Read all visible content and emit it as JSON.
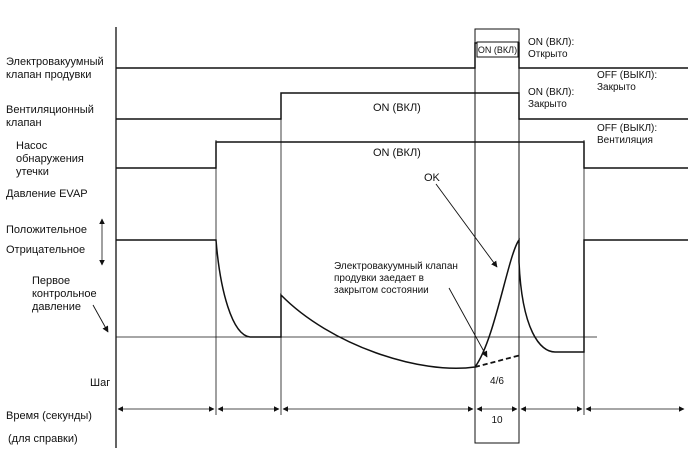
{
  "signals": {
    "purge_valve": {
      "label": "Электровакуумный\nклапан продувки",
      "on_box": "ON (ВКЛ)",
      "state_on": "ON (ВКЛ):\nОткрыто",
      "state_off": "OFF (ВЫКЛ):\nЗакрыто"
    },
    "vent_valve": {
      "label": "Вентиляционный\nклапан",
      "on_text": "ON (ВКЛ)",
      "state_on": "ON (ВКЛ):\nЗакрыто",
      "state_off": "OFF (ВЫКЛ):\nВентиляция"
    },
    "leak_pump": {
      "label": "Насос\nобнаружения\nутечки",
      "on_text": "ON (ВКЛ)"
    },
    "evap_pressure": {
      "label": "Давление EVAP",
      "positive": "Положительное",
      "negative": "Отрицательное",
      "first_reference": "Первое\nконтрольное\nдавление",
      "ok": "OK",
      "stuck_note": "Электровакуумный клапан\nпродувки заедает в\nзакрытом состоянии"
    }
  },
  "step": {
    "label": "Шаг",
    "value": "4/6"
  },
  "time": {
    "label": "Время (секунды)",
    "sub_label": "(для справки)",
    "value": "10"
  }
}
